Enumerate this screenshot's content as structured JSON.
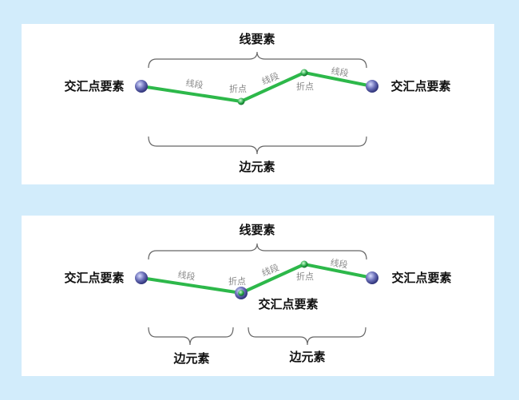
{
  "top_diagram": {
    "line_feature_label": "线要素",
    "edge_element_label": "边元素",
    "junction_left_label": "交汇点要素",
    "junction_right_label": "交汇点要素",
    "segment_label_1": "线段",
    "segment_label_2": "线段",
    "segment_label_3": "线段",
    "vertex_label_1": "折点",
    "vertex_label_2": "折点"
  },
  "bottom_diagram": {
    "line_feature_label": "线要素",
    "edge_element_left_label": "边元素",
    "edge_element_right_label": "边元素",
    "junction_left_label": "交汇点要素",
    "junction_right_label": "交汇点要素",
    "junction_middle_label": "交汇点要素",
    "segment_label_1": "线段",
    "segment_label_2": "线段",
    "segment_label_3": "线段",
    "vertex_label_1": "折点",
    "vertex_label_2": "折点"
  },
  "colors": {
    "background": "#d2ecfb",
    "panel": "#ffffff",
    "line": "#2db84a",
    "junction": "#6a6fb8",
    "vertex": "#2fae4f",
    "bracket": "#666666"
  }
}
